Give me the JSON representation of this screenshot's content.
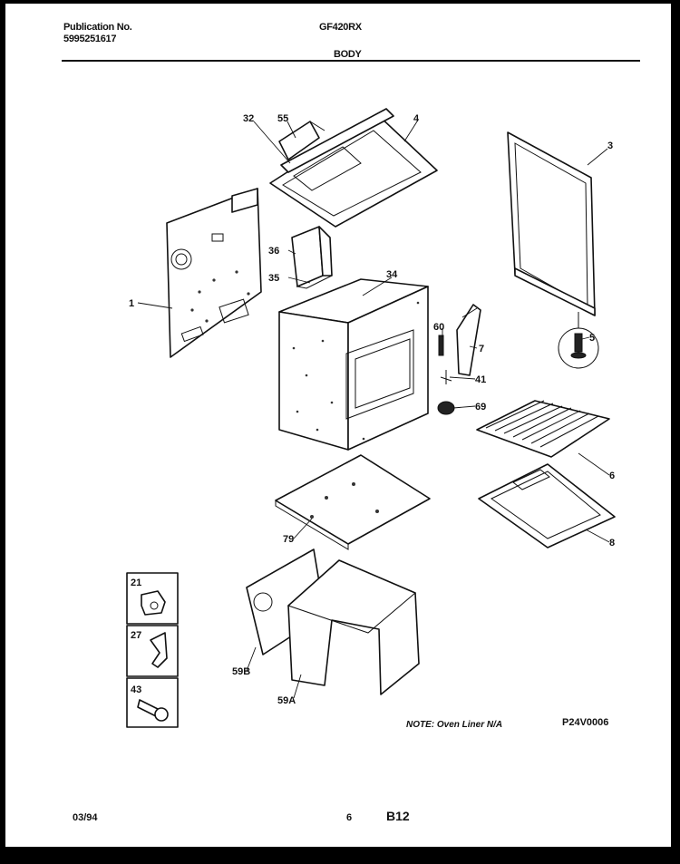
{
  "header": {
    "publication_label": "Publication No.",
    "publication_number": "5995251617",
    "model": "GF420RX",
    "section": "BODY"
  },
  "callouts": {
    "p1": "1",
    "p3": "3",
    "p4": "4",
    "p5": "5",
    "p6": "6",
    "p7": "7",
    "p8": "8",
    "p21": "21",
    "p27": "27",
    "p32": "32",
    "p34": "34",
    "p35": "35",
    "p36": "36",
    "p41": "41",
    "p43": "43",
    "p55": "55",
    "p59a": "59A",
    "p59b": "59B",
    "p60": "60",
    "p69": "69",
    "p79": "79"
  },
  "note": "NOTE: Oven Liner N/A",
  "diagram_code": "P24V0006",
  "footer": {
    "date": "03/94",
    "page": "6",
    "code": "B12"
  }
}
